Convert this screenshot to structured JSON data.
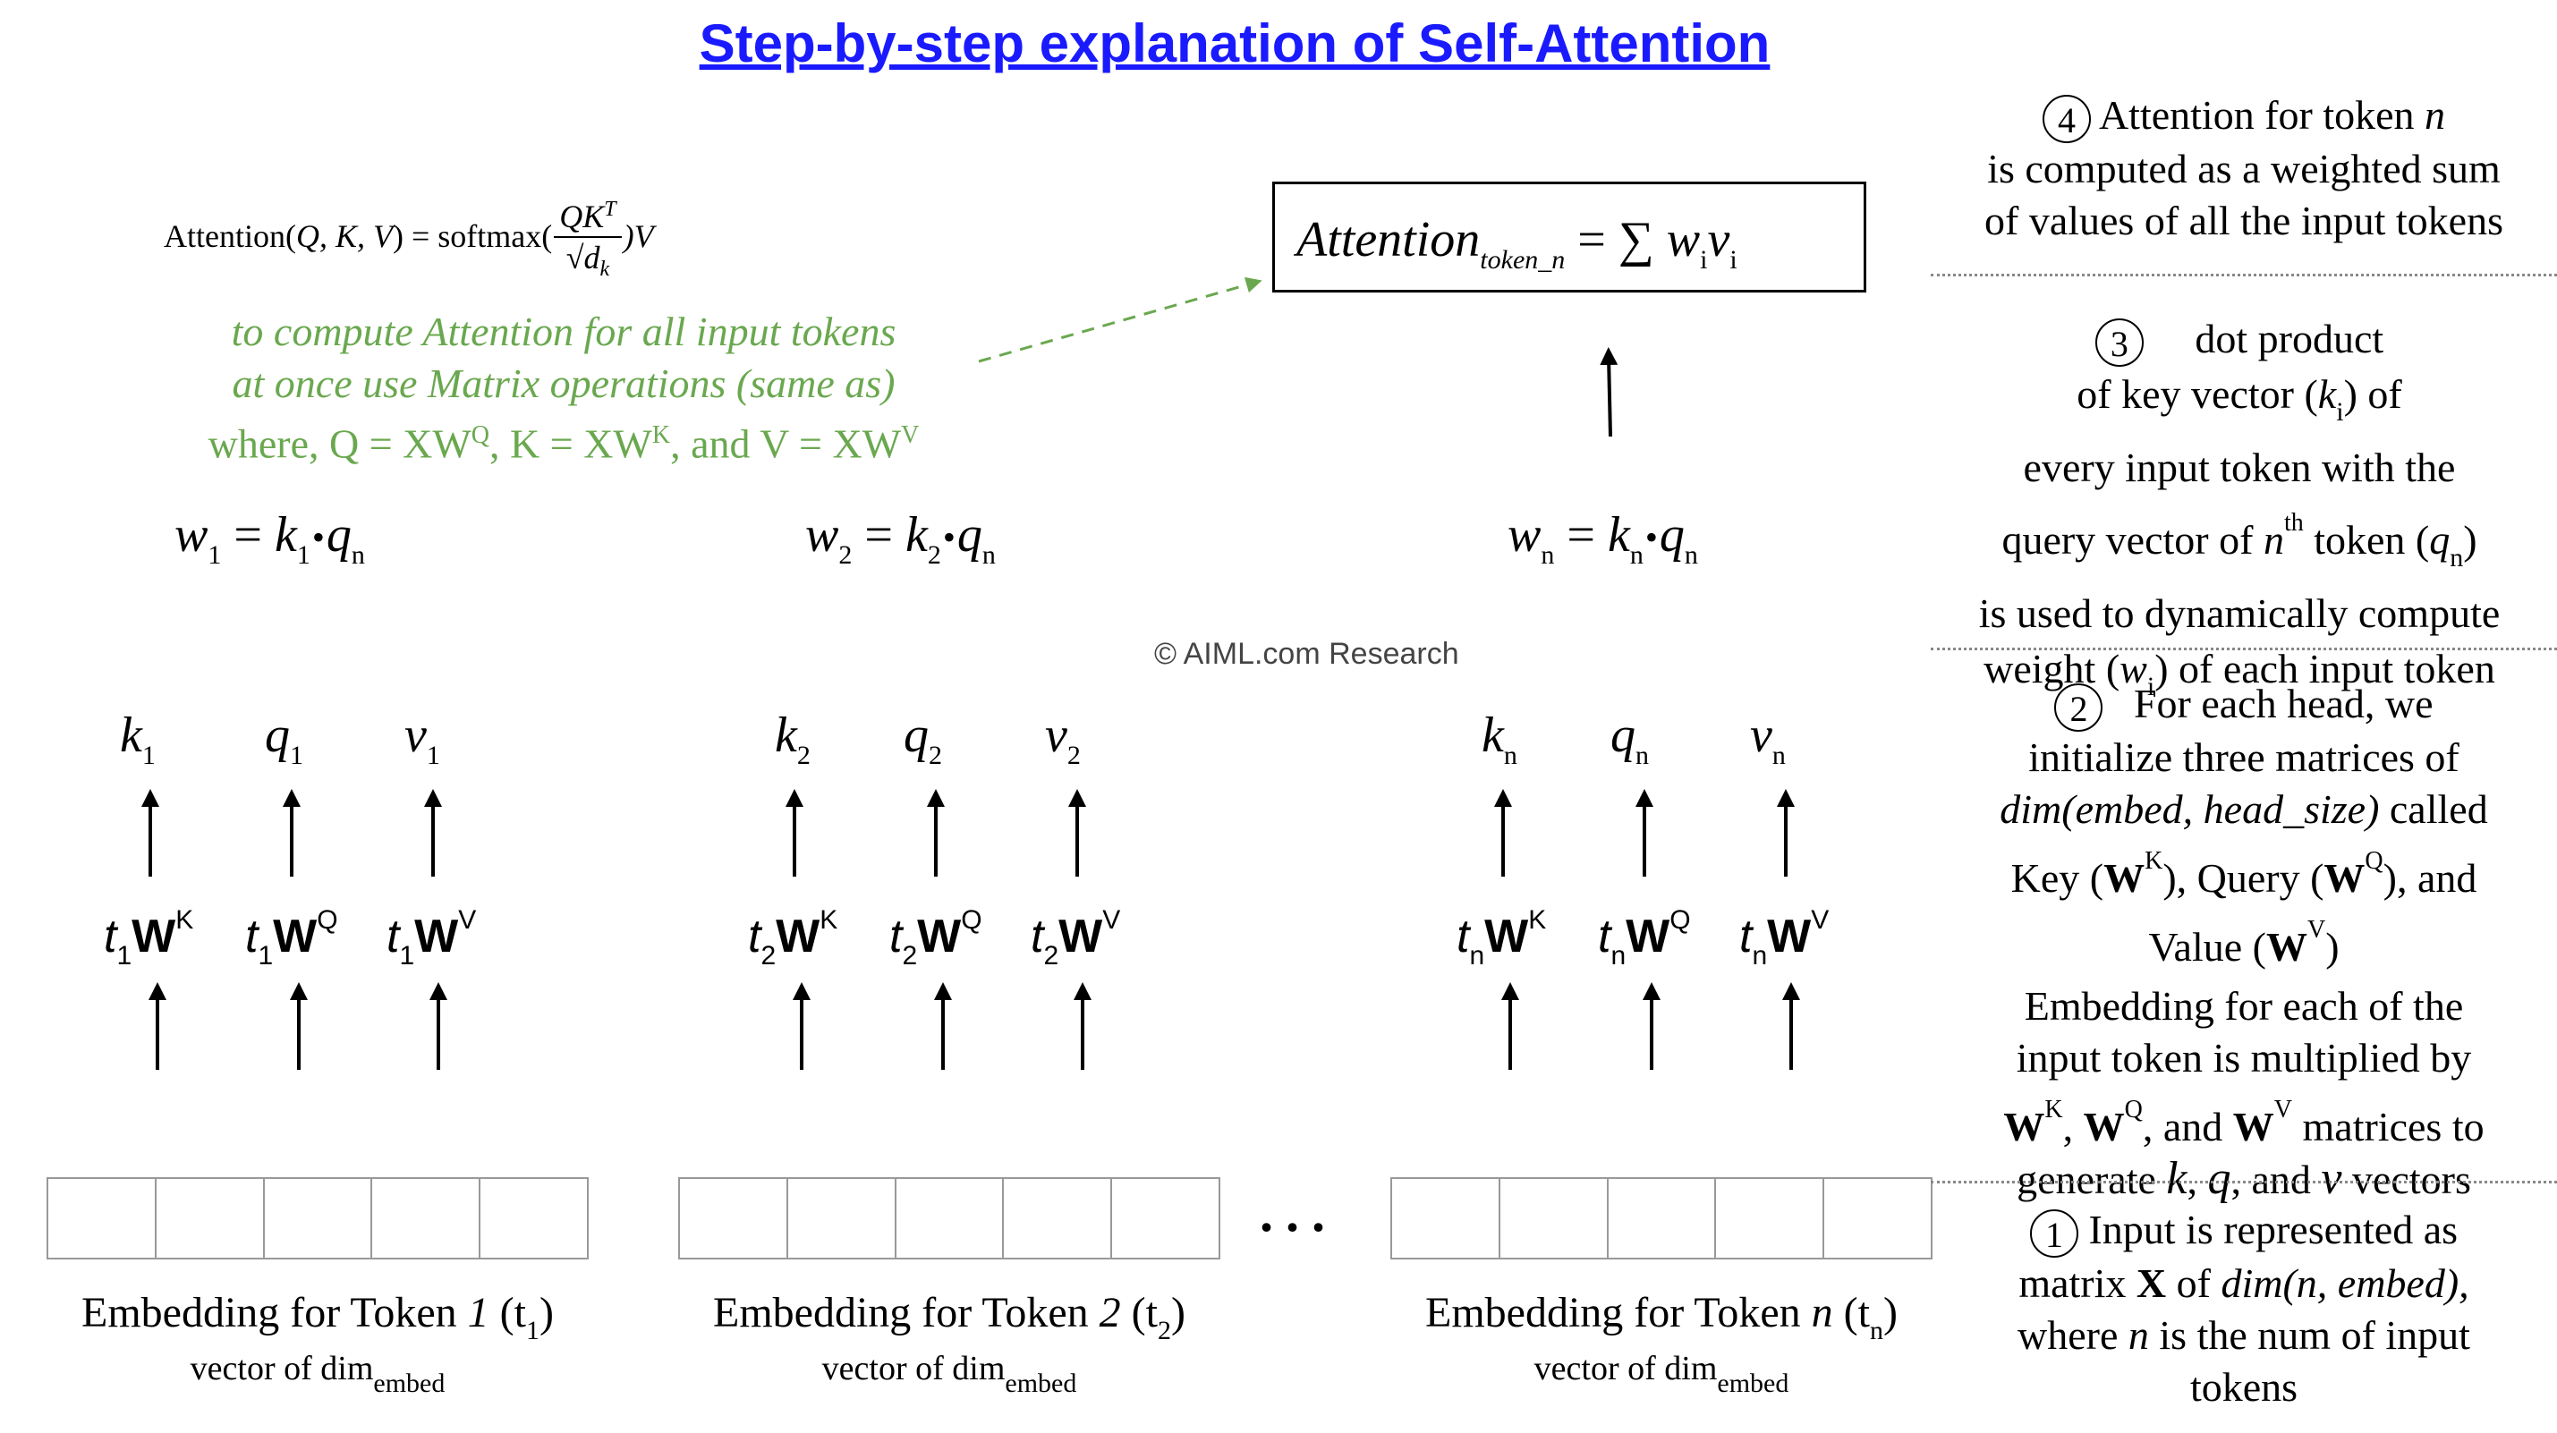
{
  "title": "Step-by-step explanation of Self-Attention",
  "formula": {
    "lhs": "Attention(",
    "args": "Q, K, V",
    "mid": ") = softmax(",
    "num": "QK",
    "num_sup": "T",
    "den_root": "√",
    "den": "d",
    "den_sub": "k",
    "end": ")V"
  },
  "matrix_note": {
    "line1": "to compute Attention for all input tokens",
    "line2": "at once use Matrix operations (same as)",
    "line3_pre": "where, Q = XW",
    "q_sup": "Q",
    "line3_k": ",  K = XW",
    "k_sup": "K",
    "line3_v": ", and V = XW",
    "v_sup": "V"
  },
  "attention_box": {
    "word": "Attention",
    "sub": "token_n",
    "eq": " = ∑ ",
    "w": "w",
    "wi": "i",
    "v": "v",
    "vi": "i"
  },
  "weights": [
    {
      "w": "w",
      "wsub": "1",
      "k": "k",
      "ksub": "1",
      "dot": "•",
      "q": "q",
      "qsub": "n"
    },
    {
      "w": "w",
      "wsub": "2",
      "k": "k",
      "ksub": "2",
      "dot": "•",
      "q": "q",
      "qsub": "n"
    },
    {
      "w": "w",
      "wsub": "n",
      "k": "k",
      "ksub": "n",
      "dot": "•",
      "q": "q",
      "qsub": "n"
    }
  ],
  "copyright": "© AIML.com Research",
  "tokens": [
    {
      "k": "k",
      "q": "q",
      "v": "v",
      "sub": "1",
      "t": "t",
      "W": "W",
      "sK": "K",
      "sQ": "Q",
      "sV": "V",
      "label_pre": "Embedding for Token ",
      "label_num": "1",
      "label_paren": " (t",
      "label_sub": "1",
      "label_close": ")",
      "vec": "vector of dim",
      "vec_sub": "embed"
    },
    {
      "k": "k",
      "q": "q",
      "v": "v",
      "sub": "2",
      "t": "t",
      "W": "W",
      "sK": "K",
      "sQ": "Q",
      "sV": "V",
      "label_pre": "Embedding for Token ",
      "label_num": "2",
      "label_paren": " (t",
      "label_sub": "2",
      "label_close": ")",
      "vec": "vector of dim",
      "vec_sub": "embed"
    },
    {
      "k": "k",
      "q": "q",
      "v": "v",
      "sub": "n",
      "t": "t",
      "W": "W",
      "sK": "K",
      "sQ": "Q",
      "sV": "V",
      "label_pre": "Embedding for Token ",
      "label_num": "n",
      "label_paren": " (t",
      "label_sub": "n",
      "label_close": ")",
      "vec": "vector of dim",
      "vec_sub": "embed"
    }
  ],
  "ellipsis": "...",
  "steps": {
    "s4": {
      "num": "4",
      "l1": "Attention for token ",
      "l1i": "n",
      "l2": "is computed as a weighted sum",
      "l3": "of values of all the input tokens"
    },
    "s3": {
      "num": "3",
      "l1": "dot product",
      "l2a": "of key vector (",
      "l2k": "k",
      "l2s": "i",
      "l2b": ") of",
      "l3": "every input token with the",
      "l4a": "query vector of ",
      "l4n": "n",
      "l4sup": "th",
      "l4b": " token (",
      "l4q": "q",
      "l4s": "n",
      "l4c": ")",
      "l5": "is used to dynamically compute",
      "l6a": "weight (",
      "l6w": "w",
      "l6s": "i",
      "l6b": ") of each input token"
    },
    "s2": {
      "num": "2",
      "l1": "For each head, we",
      "l2": "initialize three matrices of",
      "l3i": "dim(embed, head_size)",
      "l3": " called",
      "l4a": "Key (",
      "W": "W",
      "K": "K",
      "l4b": "), Query (",
      "Q": "Q",
      "l4c": "), and",
      "l5a": "Value (",
      "V": "V",
      "l5b": ")",
      "l6": "Embedding for each of the",
      "l7": "input token is multiplied by",
      "l8a": ", ",
      "l8b": ", and ",
      "l8c": " matrices to",
      "l9a": "generate ",
      "l9k": "k",
      "l9b": ", ",
      "l9q": "q",
      "l9c": ", and ",
      "l9v": "v",
      "l9d": " vectors"
    },
    "s1": {
      "num": "1",
      "l1": "Input is represented as",
      "l2a": "matrix ",
      "l2X": "X",
      "l2b": " of ",
      "l2i": "dim(n, embed),",
      "l3a": "where ",
      "l3n": "n",
      "l3b": " is the num of input",
      "l4": "tokens"
    }
  },
  "colors": {
    "title": "#1a1aff",
    "note": "#6aa84f",
    "cells": "#999999"
  }
}
